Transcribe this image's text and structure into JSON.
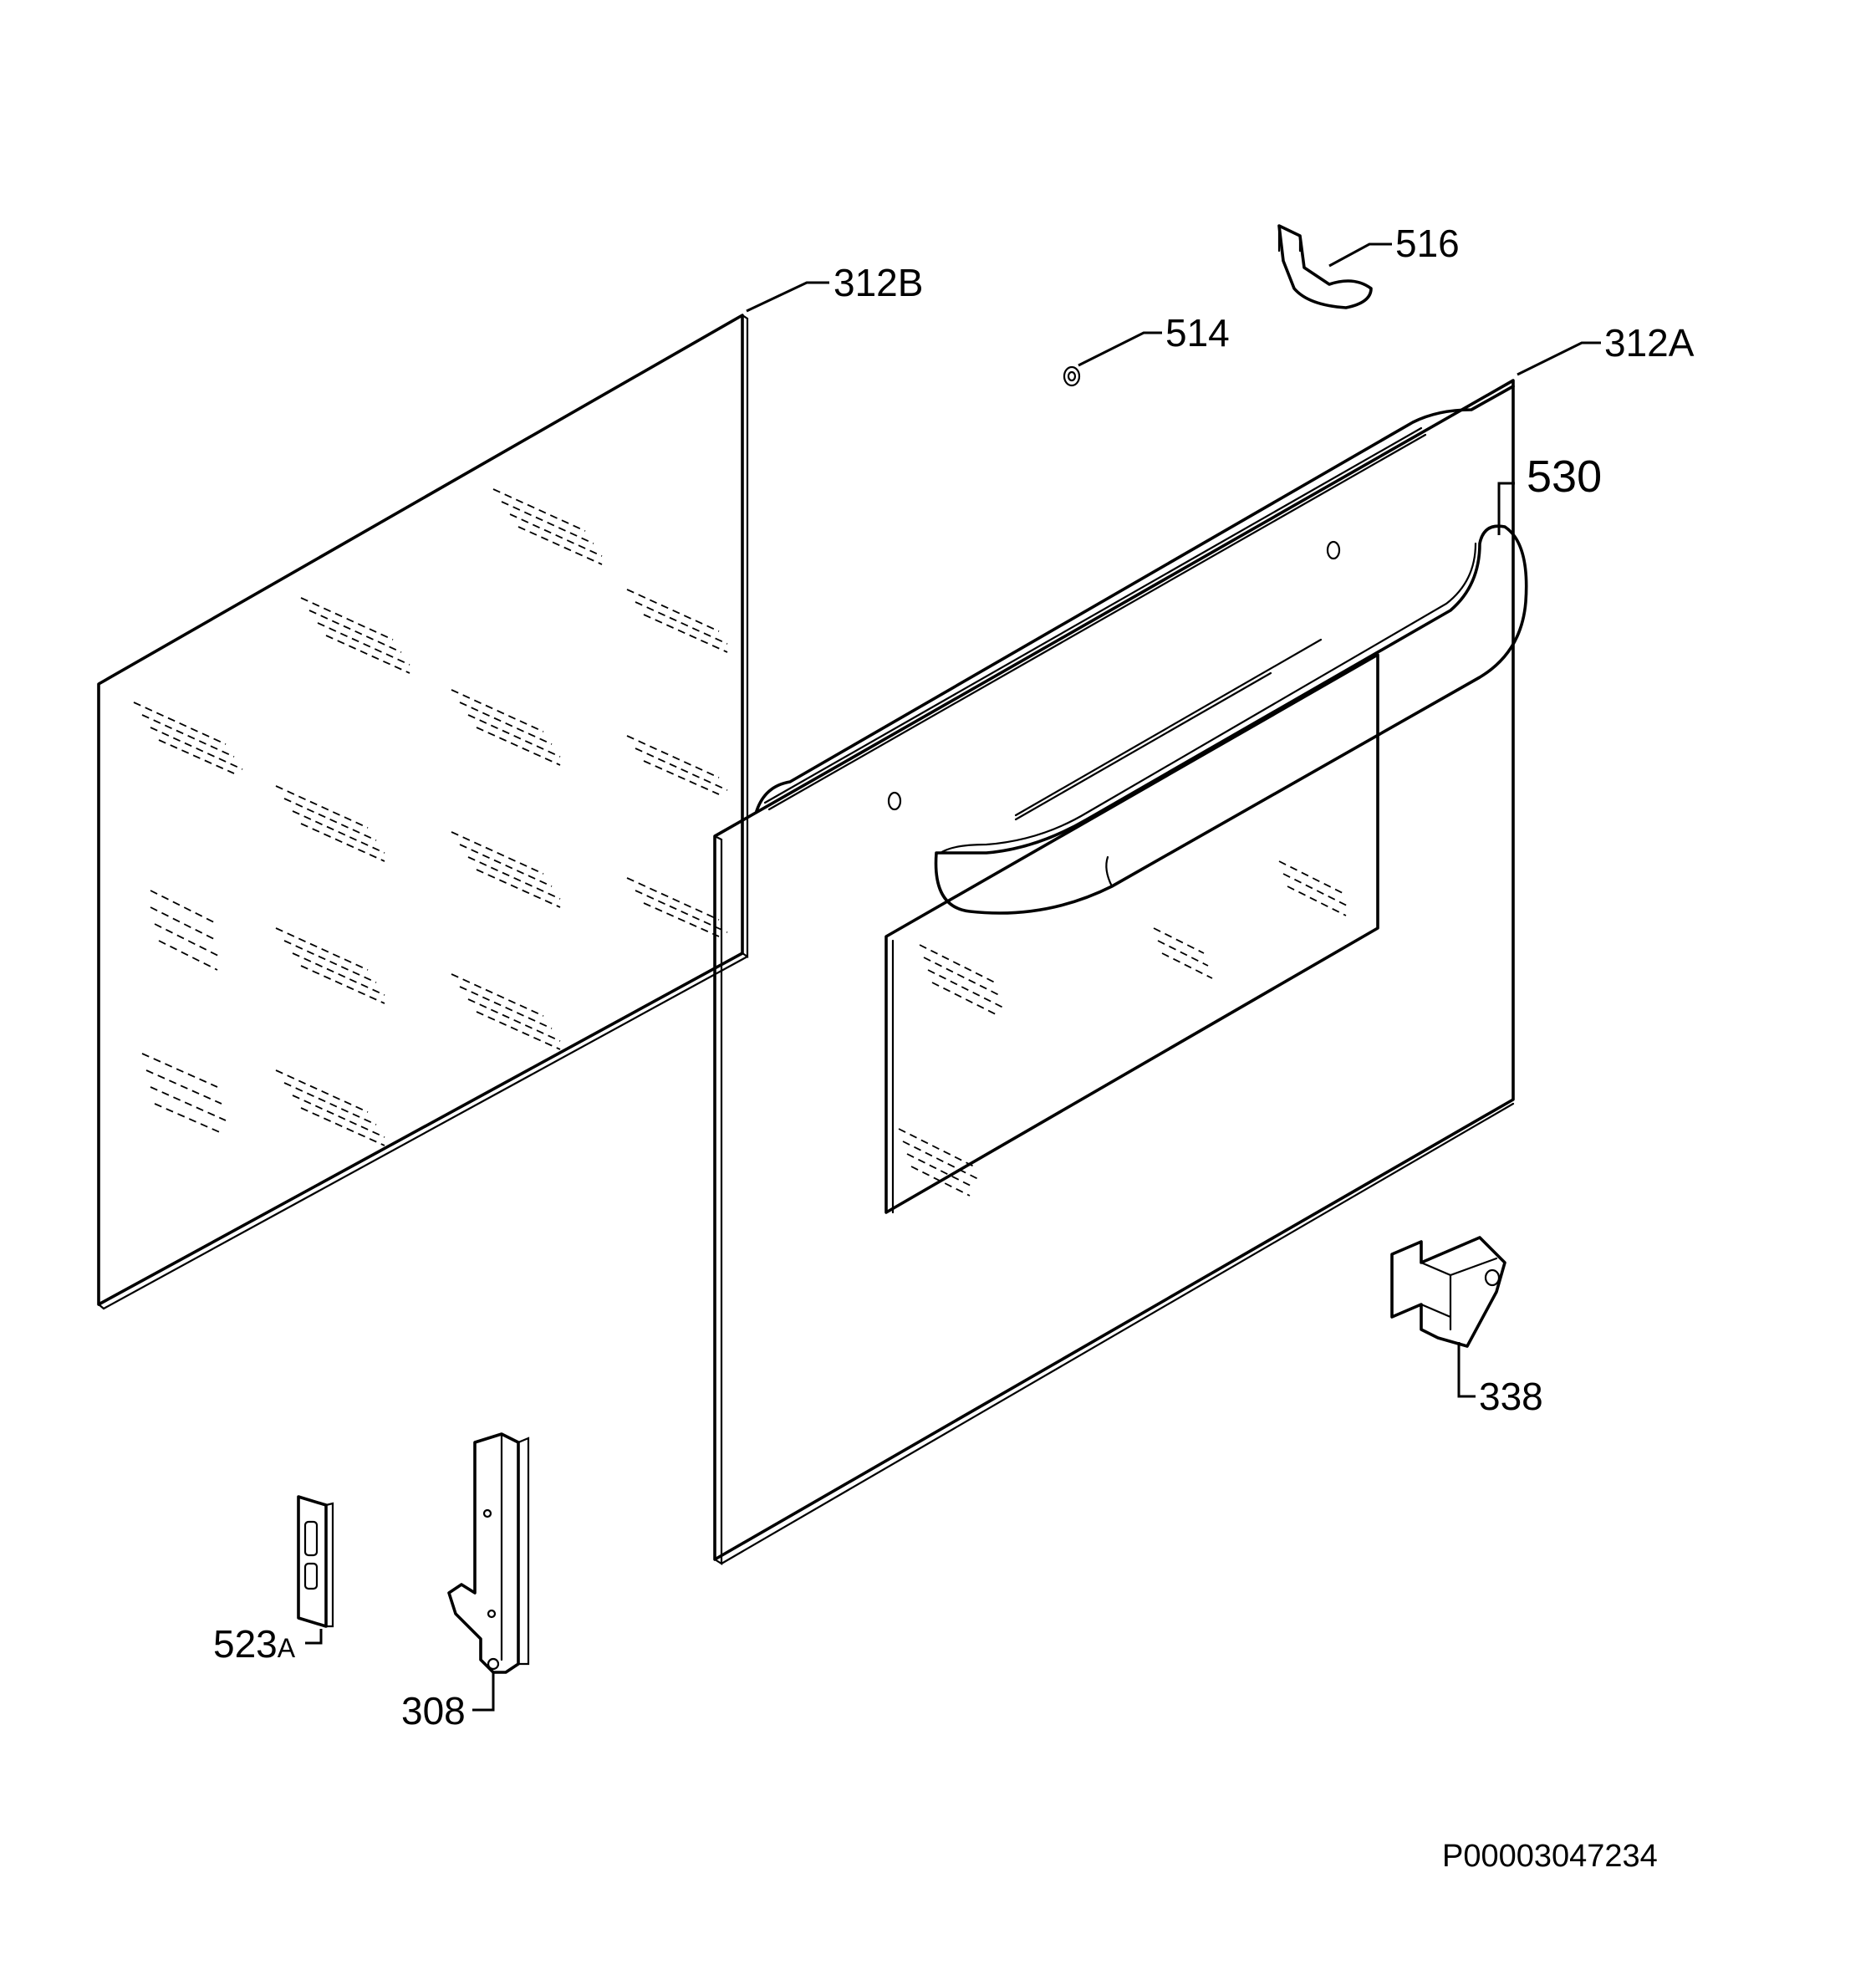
{
  "diagram": {
    "labels": {
      "l312B": "312B",
      "l514": "514",
      "l516": "516",
      "l312A": "312A",
      "l530": "530",
      "l338": "338",
      "l523": "523",
      "l523_suffix": "A",
      "l308": "308"
    },
    "reference_code": "P00003047234"
  }
}
